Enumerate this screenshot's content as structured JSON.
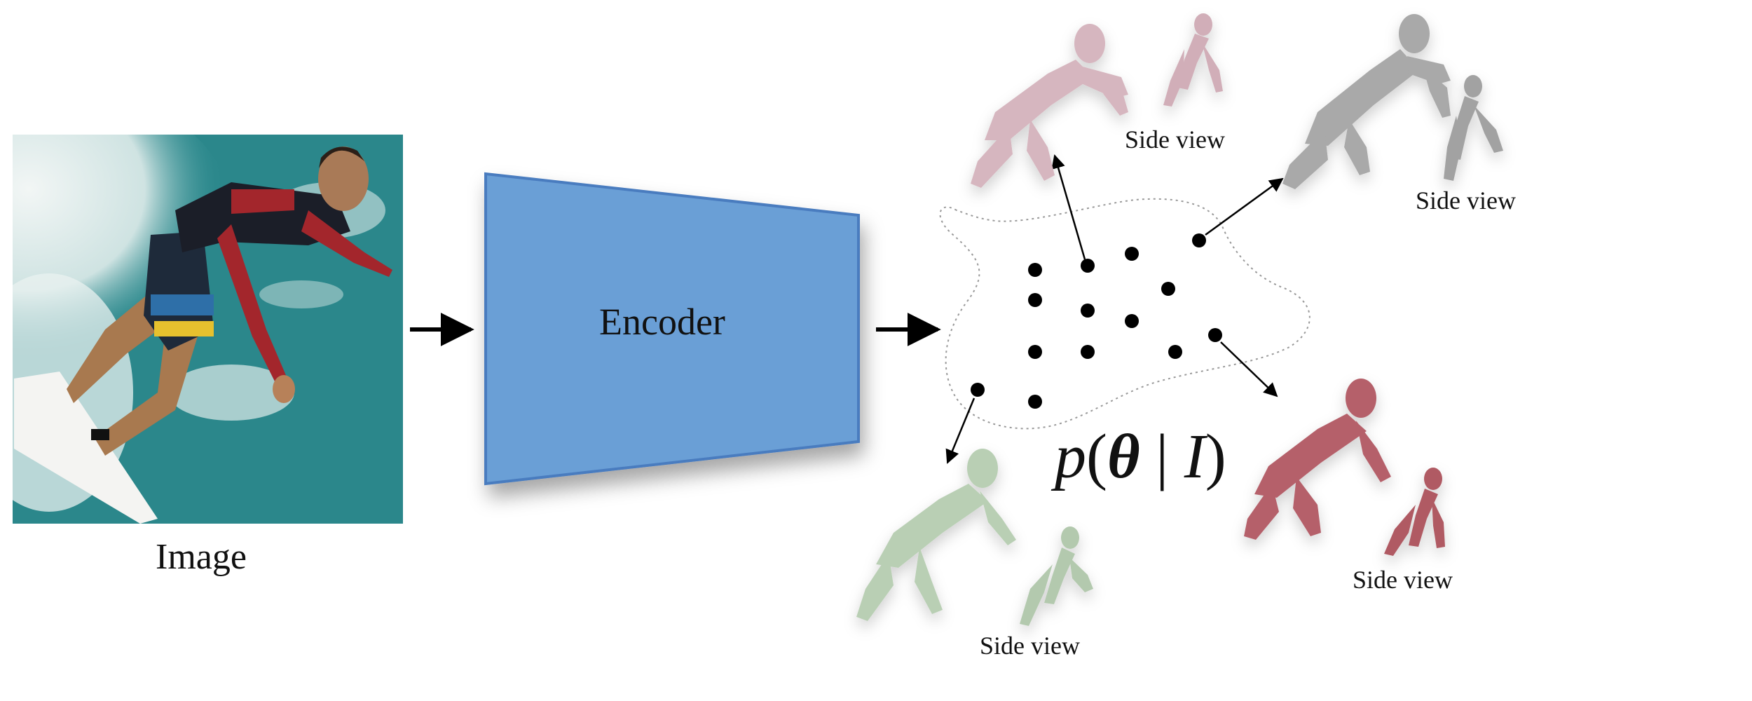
{
  "labels": {
    "image": "Image",
    "encoder": "Encoder",
    "side_view": "Side view"
  },
  "formula": {
    "p": "p",
    "open": "(",
    "theta": "θ",
    "bar": " | ",
    "given": "I",
    "close": ")"
  },
  "colors": {
    "encoder_fill": "#6a9fd6",
    "encoder_stroke": "#4a7cbf",
    "water": "#2f8f93",
    "body_pink": "#d6b6bf",
    "body_gray": "#a9a9a9",
    "body_red": "#b5606a",
    "body_green": "#b9cfb4"
  },
  "icons": {
    "input_photo": "surfer-photo",
    "pose_meshes": "human-mesh-figure"
  }
}
